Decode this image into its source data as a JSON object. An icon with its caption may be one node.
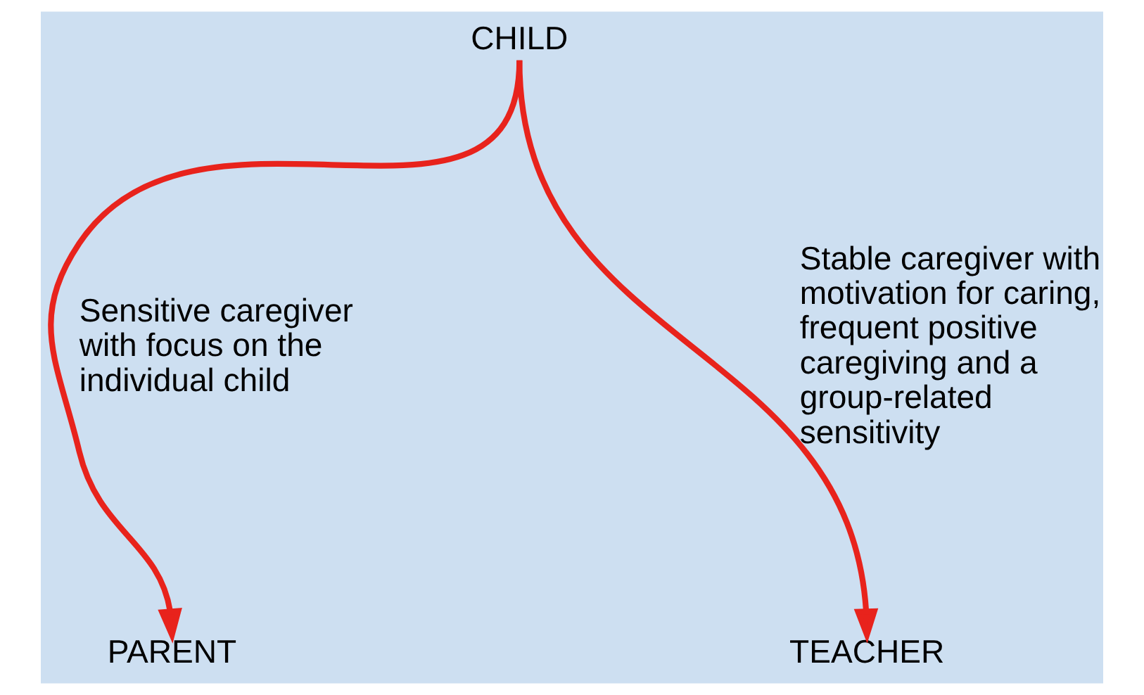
{
  "diagram": {
    "nodes": [
      {
        "text": [
          "CHILD"
        ]
      },
      {
        "text": [
          "PARENT"
        ]
      },
      {
        "text": [
          "TEACHER"
        ]
      }
    ],
    "edges": [
      {
        "from": 0,
        "to": 1,
        "arrow": "to",
        "label": "Sensitive caregiver with focus on the individual child"
      },
      {
        "from": 0,
        "to": 2,
        "arrow": "to",
        "label": "Stable caregiver with motivation for caring, frequent positive caregiving and a group-related sensitivity"
      }
    ]
  }
}
